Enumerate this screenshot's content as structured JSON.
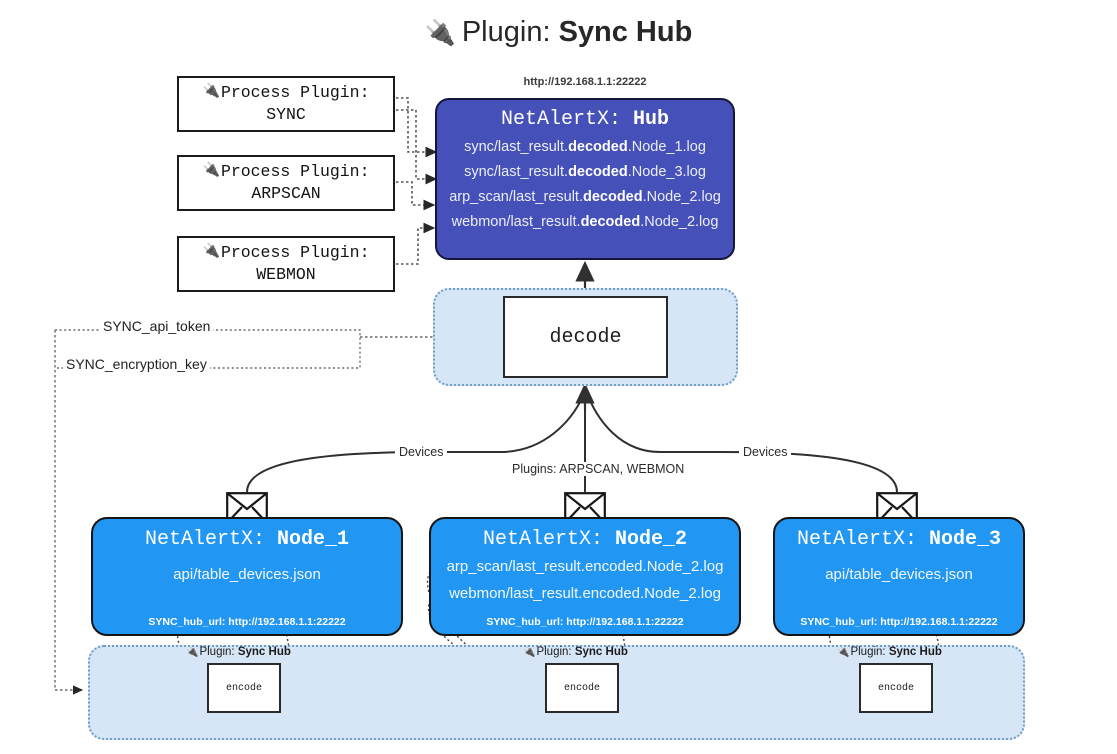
{
  "title": {
    "icon": "plug-icon",
    "prefix": "Plugin:",
    "name": "Sync Hub"
  },
  "process_plugins": [
    {
      "icon": "plug-icon",
      "label": "Process Plugin:",
      "value": "SYNC"
    },
    {
      "icon": "plug-icon",
      "label": "Process Plugin:",
      "value": "ARPSCAN"
    },
    {
      "icon": "plug-icon",
      "label": "Process Plugin:",
      "value": "WEBMON"
    }
  ],
  "hub": {
    "url": "http://192.168.1.1:22222",
    "head_prefix": "NetAlertX:",
    "head_name": "Hub",
    "loglines": [
      {
        "pre": "sync/last_result.",
        "mid": "decoded",
        "post": ".Node_1.log"
      },
      {
        "pre": "sync/last_result.",
        "mid": "decoded",
        "post": ".Node_3.log"
      },
      {
        "pre": "arp_scan/last_result.",
        "mid": "decoded",
        "post": ".Node_2.log"
      },
      {
        "pre": "webmon/last_result.",
        "mid": "decoded",
        "post": ".Node_2.log"
      }
    ]
  },
  "decode": {
    "label": "decode"
  },
  "tokens": [
    {
      "label": "SYNC_api_token"
    },
    {
      "label": "SYNC_encryption_key"
    }
  ],
  "edge_labels": {
    "devices_left": "Devices",
    "devices_right": "Devices",
    "plugins_center": "Plugins: ARPSCAN, WEBMON"
  },
  "nodes": [
    {
      "head_prefix": "NetAlertX:",
      "head_name": "Node_1",
      "lines": [
        "api/table_devices.json"
      ],
      "footer": "SYNC_hub_url: http://192.168.1.1:22222",
      "plugin_label": "Plugin:",
      "plugin_name": "Sync Hub",
      "encode_label": "encode"
    },
    {
      "head_prefix": "NetAlertX:",
      "head_name": "Node_2",
      "lines": [
        "arp_scan/last_result.encoded.Node_2.log",
        "webmon/last_result.encoded.Node_2.log"
      ],
      "footer": "SYNC_hub_url: http://192.168.1.1:22222",
      "plugin_label": "Plugin:",
      "plugin_name": "Sync Hub",
      "encode_label": "encode"
    },
    {
      "head_prefix": "NetAlertX:",
      "head_name": "Node_3",
      "lines": [
        "api/table_devices.json"
      ],
      "footer": "SYNC_hub_url: http://192.168.1.1:22222",
      "plugin_label": "Plugin:",
      "plugin_name": "Sync Hub",
      "encode_label": "encode"
    }
  ],
  "colors": {
    "hub_fill": "#4550b8",
    "node_fill": "#2196f3",
    "zone_fill": "#d6e6f7",
    "zone_border": "#6f9dc7",
    "stroke": "#2a2a2a"
  }
}
